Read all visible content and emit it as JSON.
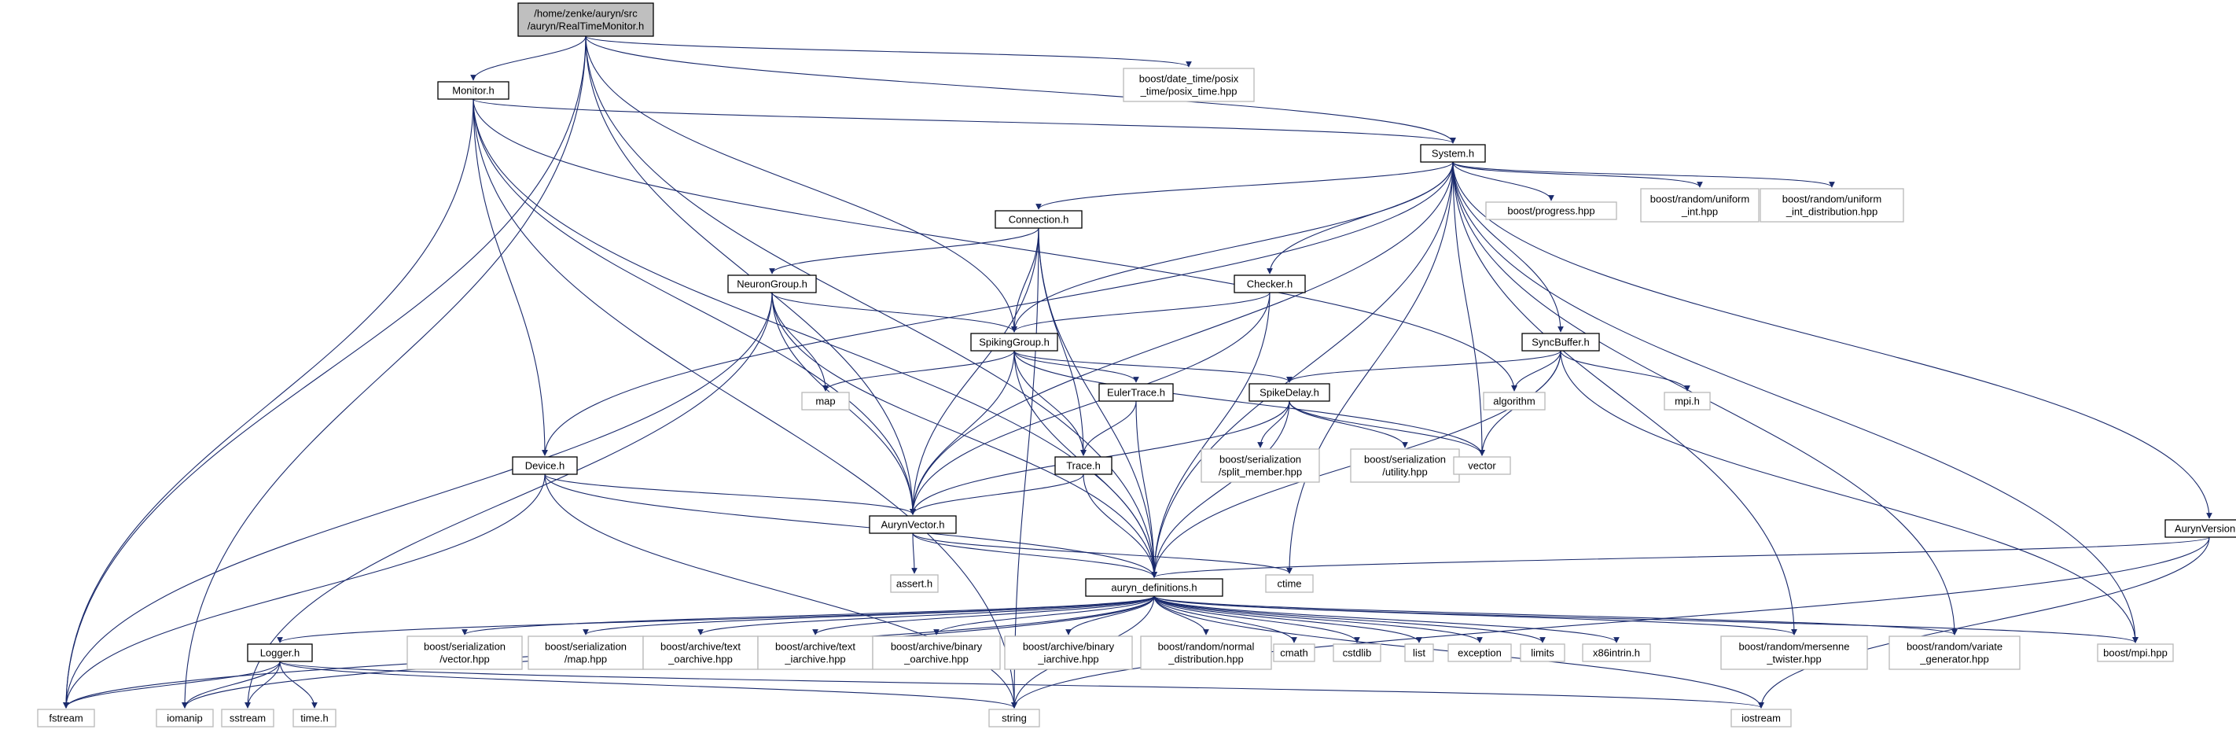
{
  "colors": {
    "edge": "#1a2a6c",
    "node_border_project": "#000000",
    "node_border_external": "#b8b8b8",
    "node_fill": "#ffffff",
    "root_fill": "#bfbfbf",
    "text": "#000000"
  },
  "nodes": [
    {
      "id": "root",
      "lines": [
        "/home/zenke/auryn/src",
        "/auryn/RealTimeMonitor.h"
      ],
      "kind": "root"
    },
    {
      "id": "monitor",
      "lines": [
        "Monitor.h"
      ],
      "kind": "project"
    },
    {
      "id": "posix_time",
      "lines": [
        "boost/date_time/posix",
        "_time/posix_time.hpp"
      ],
      "kind": "external"
    },
    {
      "id": "system",
      "lines": [
        "System.h"
      ],
      "kind": "project"
    },
    {
      "id": "connection",
      "lines": [
        "Connection.h"
      ],
      "kind": "project"
    },
    {
      "id": "progress",
      "lines": [
        "boost/progress.hpp"
      ],
      "kind": "external"
    },
    {
      "id": "uniform_int",
      "lines": [
        "boost/random/uniform",
        "_int.hpp"
      ],
      "kind": "external"
    },
    {
      "id": "uniform_int_dist",
      "lines": [
        "boost/random/uniform",
        "_int_distribution.hpp"
      ],
      "kind": "external"
    },
    {
      "id": "neurongroup",
      "lines": [
        "NeuronGroup.h"
      ],
      "kind": "project"
    },
    {
      "id": "checker",
      "lines": [
        "Checker.h"
      ],
      "kind": "project"
    },
    {
      "id": "spikinggroup",
      "lines": [
        "SpikingGroup.h"
      ],
      "kind": "project"
    },
    {
      "id": "syncbuffer",
      "lines": [
        "SyncBuffer.h"
      ],
      "kind": "project"
    },
    {
      "id": "map",
      "lines": [
        "map"
      ],
      "kind": "external"
    },
    {
      "id": "eulertrace",
      "lines": [
        "EulerTrace.h"
      ],
      "kind": "project"
    },
    {
      "id": "spikedelay",
      "lines": [
        "SpikeDelay.h"
      ],
      "kind": "project"
    },
    {
      "id": "algorithm",
      "lines": [
        "algorithm"
      ],
      "kind": "external"
    },
    {
      "id": "mpi_h",
      "lines": [
        "mpi.h"
      ],
      "kind": "external"
    },
    {
      "id": "device",
      "lines": [
        "Device.h"
      ],
      "kind": "project"
    },
    {
      "id": "trace",
      "lines": [
        "Trace.h"
      ],
      "kind": "project"
    },
    {
      "id": "split_member",
      "lines": [
        "boost/serialization",
        "/split_member.hpp"
      ],
      "kind": "external"
    },
    {
      "id": "utility",
      "lines": [
        "boost/serialization",
        "/utility.hpp"
      ],
      "kind": "external"
    },
    {
      "id": "vector",
      "lines": [
        "vector"
      ],
      "kind": "external"
    },
    {
      "id": "aurynvector",
      "lines": [
        "AurynVector.h"
      ],
      "kind": "project"
    },
    {
      "id": "aurynversion",
      "lines": [
        "AurynVersion.h"
      ],
      "kind": "project"
    },
    {
      "id": "assert",
      "lines": [
        "assert.h"
      ],
      "kind": "external"
    },
    {
      "id": "ctime",
      "lines": [
        "ctime"
      ],
      "kind": "external"
    },
    {
      "id": "defs",
      "lines": [
        "auryn_definitions.h"
      ],
      "kind": "project"
    },
    {
      "id": "logger",
      "lines": [
        "Logger.h"
      ],
      "kind": "project"
    },
    {
      "id": "ser_vector",
      "lines": [
        "boost/serialization",
        "/vector.hpp"
      ],
      "kind": "external"
    },
    {
      "id": "ser_map",
      "lines": [
        "boost/serialization",
        "/map.hpp"
      ],
      "kind": "external"
    },
    {
      "id": "text_oarchive",
      "lines": [
        "boost/archive/text",
        "_oarchive.hpp"
      ],
      "kind": "external"
    },
    {
      "id": "text_iarchive",
      "lines": [
        "boost/archive/text",
        "_iarchive.hpp"
      ],
      "kind": "external"
    },
    {
      "id": "binary_oarchive",
      "lines": [
        "boost/archive/binary",
        "_oarchive.hpp"
      ],
      "kind": "external"
    },
    {
      "id": "binary_iarchive",
      "lines": [
        "boost/archive/binary",
        "_iarchive.hpp"
      ],
      "kind": "external"
    },
    {
      "id": "normal_dist",
      "lines": [
        "boost/random/normal",
        "_distribution.hpp"
      ],
      "kind": "external"
    },
    {
      "id": "cmath",
      "lines": [
        "cmath"
      ],
      "kind": "external"
    },
    {
      "id": "cstdlib",
      "lines": [
        "cstdlib"
      ],
      "kind": "external"
    },
    {
      "id": "list",
      "lines": [
        "list"
      ],
      "kind": "external"
    },
    {
      "id": "exception",
      "lines": [
        "exception"
      ],
      "kind": "external"
    },
    {
      "id": "limits",
      "lines": [
        "limits"
      ],
      "kind": "external"
    },
    {
      "id": "x86intrin",
      "lines": [
        "x86intrin.h"
      ],
      "kind": "external"
    },
    {
      "id": "mersenne",
      "lines": [
        "boost/random/mersenne",
        "_twister.hpp"
      ],
      "kind": "external"
    },
    {
      "id": "variate",
      "lines": [
        "boost/random/variate",
        "_generator.hpp"
      ],
      "kind": "external"
    },
    {
      "id": "boost_mpi",
      "lines": [
        "boost/mpi.hpp"
      ],
      "kind": "external"
    },
    {
      "id": "fstream",
      "lines": [
        "fstream"
      ],
      "kind": "external"
    },
    {
      "id": "iomanip",
      "lines": [
        "iomanip"
      ],
      "kind": "external"
    },
    {
      "id": "sstream",
      "lines": [
        "sstream"
      ],
      "kind": "external"
    },
    {
      "id": "time_h",
      "lines": [
        "time.h"
      ],
      "kind": "external"
    },
    {
      "id": "string",
      "lines": [
        "string"
      ],
      "kind": "external"
    },
    {
      "id": "iostream",
      "lines": [
        "iostream"
      ],
      "kind": "external"
    }
  ],
  "edges": [
    [
      "root",
      "monitor"
    ],
    [
      "root",
      "posix_time"
    ],
    [
      "root",
      "system"
    ],
    [
      "root",
      "spikinggroup"
    ],
    [
      "root",
      "aurynvector"
    ],
    [
      "root",
      "defs"
    ],
    [
      "root",
      "fstream"
    ],
    [
      "root",
      "iomanip"
    ],
    [
      "monitor",
      "system"
    ],
    [
      "monitor",
      "device"
    ],
    [
      "monitor",
      "aurynvector"
    ],
    [
      "monitor",
      "defs"
    ],
    [
      "monitor",
      "algorithm"
    ],
    [
      "monitor",
      "fstream"
    ],
    [
      "monitor",
      "string"
    ],
    [
      "system",
      "connection"
    ],
    [
      "system",
      "progress"
    ],
    [
      "system",
      "uniform_int"
    ],
    [
      "system",
      "uniform_int_dist"
    ],
    [
      "system",
      "checker"
    ],
    [
      "system",
      "spikinggroup"
    ],
    [
      "system",
      "syncbuffer"
    ],
    [
      "system",
      "device"
    ],
    [
      "system",
      "aurynvector"
    ],
    [
      "system",
      "vector"
    ],
    [
      "system",
      "defs"
    ],
    [
      "system",
      "ctime"
    ],
    [
      "system",
      "aurynversion"
    ],
    [
      "system",
      "mersenne"
    ],
    [
      "system",
      "variate"
    ],
    [
      "system",
      "boost_mpi"
    ],
    [
      "connection",
      "neurongroup"
    ],
    [
      "connection",
      "spikinggroup"
    ],
    [
      "connection",
      "trace"
    ],
    [
      "connection",
      "aurynvector"
    ],
    [
      "connection",
      "defs"
    ],
    [
      "connection",
      "string"
    ],
    [
      "neurongroup",
      "spikinggroup"
    ],
    [
      "neurongroup",
      "map"
    ],
    [
      "neurongroup",
      "aurynvector"
    ],
    [
      "neurongroup",
      "defs"
    ],
    [
      "neurongroup",
      "fstream"
    ],
    [
      "neurongroup",
      "sstream"
    ],
    [
      "checker",
      "spikinggroup"
    ],
    [
      "checker",
      "aurynvector"
    ],
    [
      "checker",
      "defs"
    ],
    [
      "spikinggroup",
      "map"
    ],
    [
      "spikinggroup",
      "eulertrace"
    ],
    [
      "spikinggroup",
      "spikedelay"
    ],
    [
      "spikinggroup",
      "trace"
    ],
    [
      "spikinggroup",
      "vector"
    ],
    [
      "spikinggroup",
      "aurynvector"
    ],
    [
      "spikinggroup",
      "defs"
    ],
    [
      "syncbuffer",
      "spikedelay"
    ],
    [
      "syncbuffer",
      "algorithm"
    ],
    [
      "syncbuffer",
      "mpi_h"
    ],
    [
      "syncbuffer",
      "vector"
    ],
    [
      "syncbuffer",
      "defs"
    ],
    [
      "syncbuffer",
      "boost_mpi"
    ],
    [
      "eulertrace",
      "trace"
    ],
    [
      "eulertrace",
      "defs"
    ],
    [
      "spikedelay",
      "split_member"
    ],
    [
      "spikedelay",
      "utility"
    ],
    [
      "spikedelay",
      "vector"
    ],
    [
      "spikedelay",
      "aurynvector"
    ],
    [
      "spikedelay",
      "defs"
    ],
    [
      "device",
      "aurynvector"
    ],
    [
      "device",
      "defs"
    ],
    [
      "device",
      "fstream"
    ],
    [
      "device",
      "string"
    ],
    [
      "trace",
      "aurynvector"
    ],
    [
      "trace",
      "defs"
    ],
    [
      "aurynvector",
      "assert"
    ],
    [
      "aurynvector",
      "ctime"
    ],
    [
      "aurynvector",
      "defs"
    ],
    [
      "aurynversion",
      "defs"
    ],
    [
      "aurynversion",
      "string"
    ],
    [
      "aurynversion",
      "iostream"
    ],
    [
      "defs",
      "logger"
    ],
    [
      "defs",
      "ser_vector"
    ],
    [
      "defs",
      "ser_map"
    ],
    [
      "defs",
      "text_oarchive"
    ],
    [
      "defs",
      "text_iarchive"
    ],
    [
      "defs",
      "binary_oarchive"
    ],
    [
      "defs",
      "binary_iarchive"
    ],
    [
      "defs",
      "normal_dist"
    ],
    [
      "defs",
      "cmath"
    ],
    [
      "defs",
      "cstdlib"
    ],
    [
      "defs",
      "list"
    ],
    [
      "defs",
      "exception"
    ],
    [
      "defs",
      "limits"
    ],
    [
      "defs",
      "x86intrin"
    ],
    [
      "defs",
      "mersenne"
    ],
    [
      "defs",
      "variate"
    ],
    [
      "defs",
      "boost_mpi"
    ],
    [
      "defs",
      "fstream"
    ],
    [
      "defs",
      "iomanip"
    ],
    [
      "defs",
      "string"
    ],
    [
      "defs",
      "iostream"
    ],
    [
      "logger",
      "fstream"
    ],
    [
      "logger",
      "iomanip"
    ],
    [
      "logger",
      "sstream"
    ],
    [
      "logger",
      "time_h"
    ],
    [
      "logger",
      "string"
    ],
    [
      "logger",
      "iostream"
    ]
  ]
}
